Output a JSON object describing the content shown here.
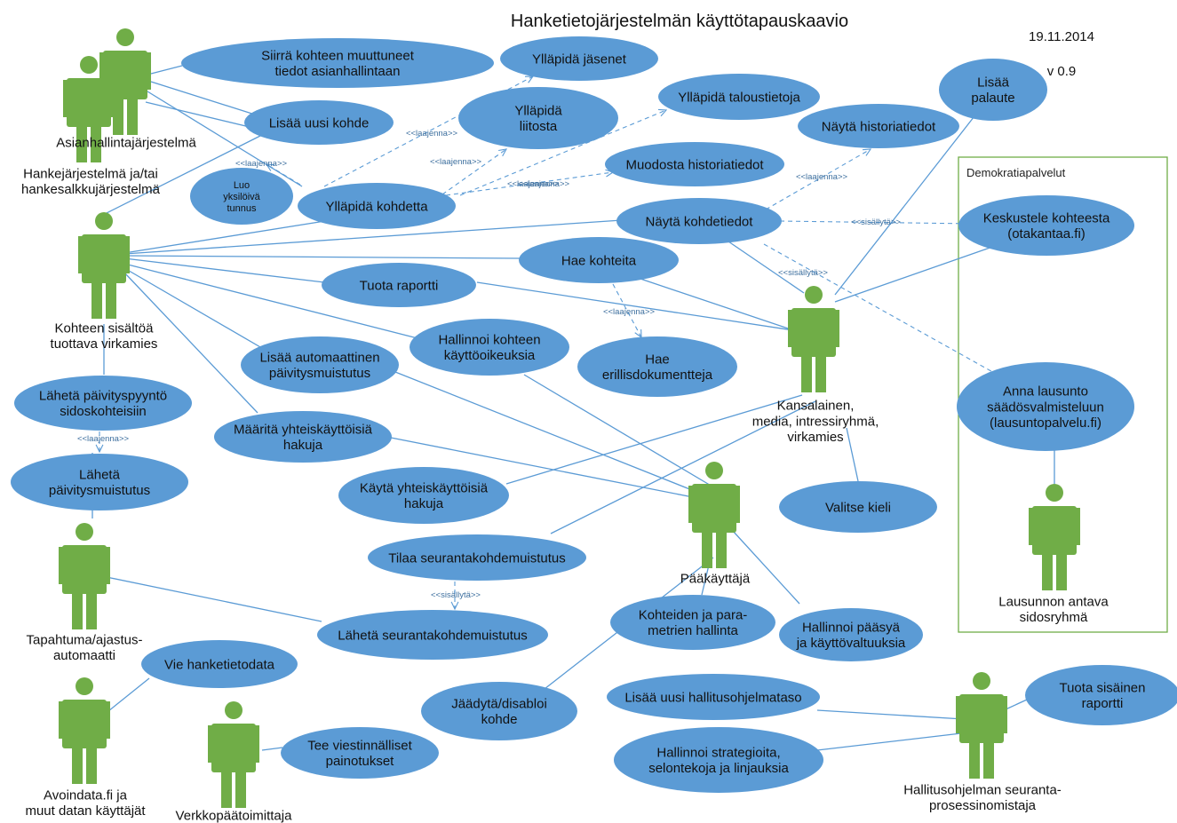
{
  "title": "Hanketietojärjestelmän käyttötapauskaavio",
  "date": "19.11.2014",
  "version": "v 0.9",
  "colors": {
    "usecase": "#5b9bd5",
    "actor": "#70ad47",
    "line": "#5b9bd5",
    "frame": "#70ad47"
  },
  "boundary_label": "Demokratiapalvelut",
  "actors": [
    "Asianhallintajärjestelmä",
    "Hankejärjestelmä ja/tai\nhankesalkkujärjestelmä",
    "Kohteen sisältöä\ntuottava virkamies",
    "Kansalainen,\nmedia, intressiryhmä,\nvirkamies",
    "Pääkäyttäjä",
    "Lausunnon antava\nsidosryhmä",
    "Tapahtuma/ajastus-\nautomaatti",
    "Avoindata.fi ja\nmuut datan käyttäjät",
    "Verkkopäätoimittaja",
    "Hallitusohjelman seuranta-\nprosessinomistaja"
  ],
  "usecases": [
    "Siirrä kohteen muuttuneet\ntiedot asianhallintaan",
    "Ylläpidä jäsenet",
    "Lisää uusi kohde",
    "Ylläpidä\nliitosta",
    "Ylläpidä taloustietoja",
    "Lisää\npalaute",
    "Näytä historiatiedot",
    "Muodosta historiatiedot",
    "Luo\nyksilöivä\ntunnus",
    "Ylläpidä kohdetta",
    "Näytä kohdetiedot",
    "Keskustele kohteesta\n(otakantaa.fi)",
    "Hae kohteita",
    "Tuota raportti",
    "Hallinnoi kohteen\nkäyttöoikeuksia",
    "Lisää automaattinen\npäivitysmuistutus",
    "Hae\nerillisdokumentteja",
    "Anna lausunto\nsäädösvalmisteluun\n(lausuntopalvelu.fi)",
    "Lähetä päivityspyyntö\nsidoskohteisiin",
    "Määritä yhteiskäyttöisiä\nhakuja",
    "Lähetä\npäivitysmuistutus",
    "Käytä yhteiskäyttöisiä\nhakuja",
    "Valitse kieli",
    "Tilaa seurantakohdemuistutus",
    "Kohteiden ja para-\nmetrien hallinta",
    "Hallinnoi pääsyä\nja käyttövaltuuksia",
    "Lähetä seurantakohdemuistutus",
    "Vie hanketietodata",
    "Lisää uusi hallitusohjelmataso",
    "Tuota sisäinen\nraportti",
    "Jäädytä/disabloi\nkohde",
    "Tee viestinnälliset\npainotukset",
    "Hallinnoi strategioita,\nselontekoja ja linjauksia"
  ],
  "relation_labels": [
    "<<laajenna>>",
    "<<sisällytä>>"
  ]
}
